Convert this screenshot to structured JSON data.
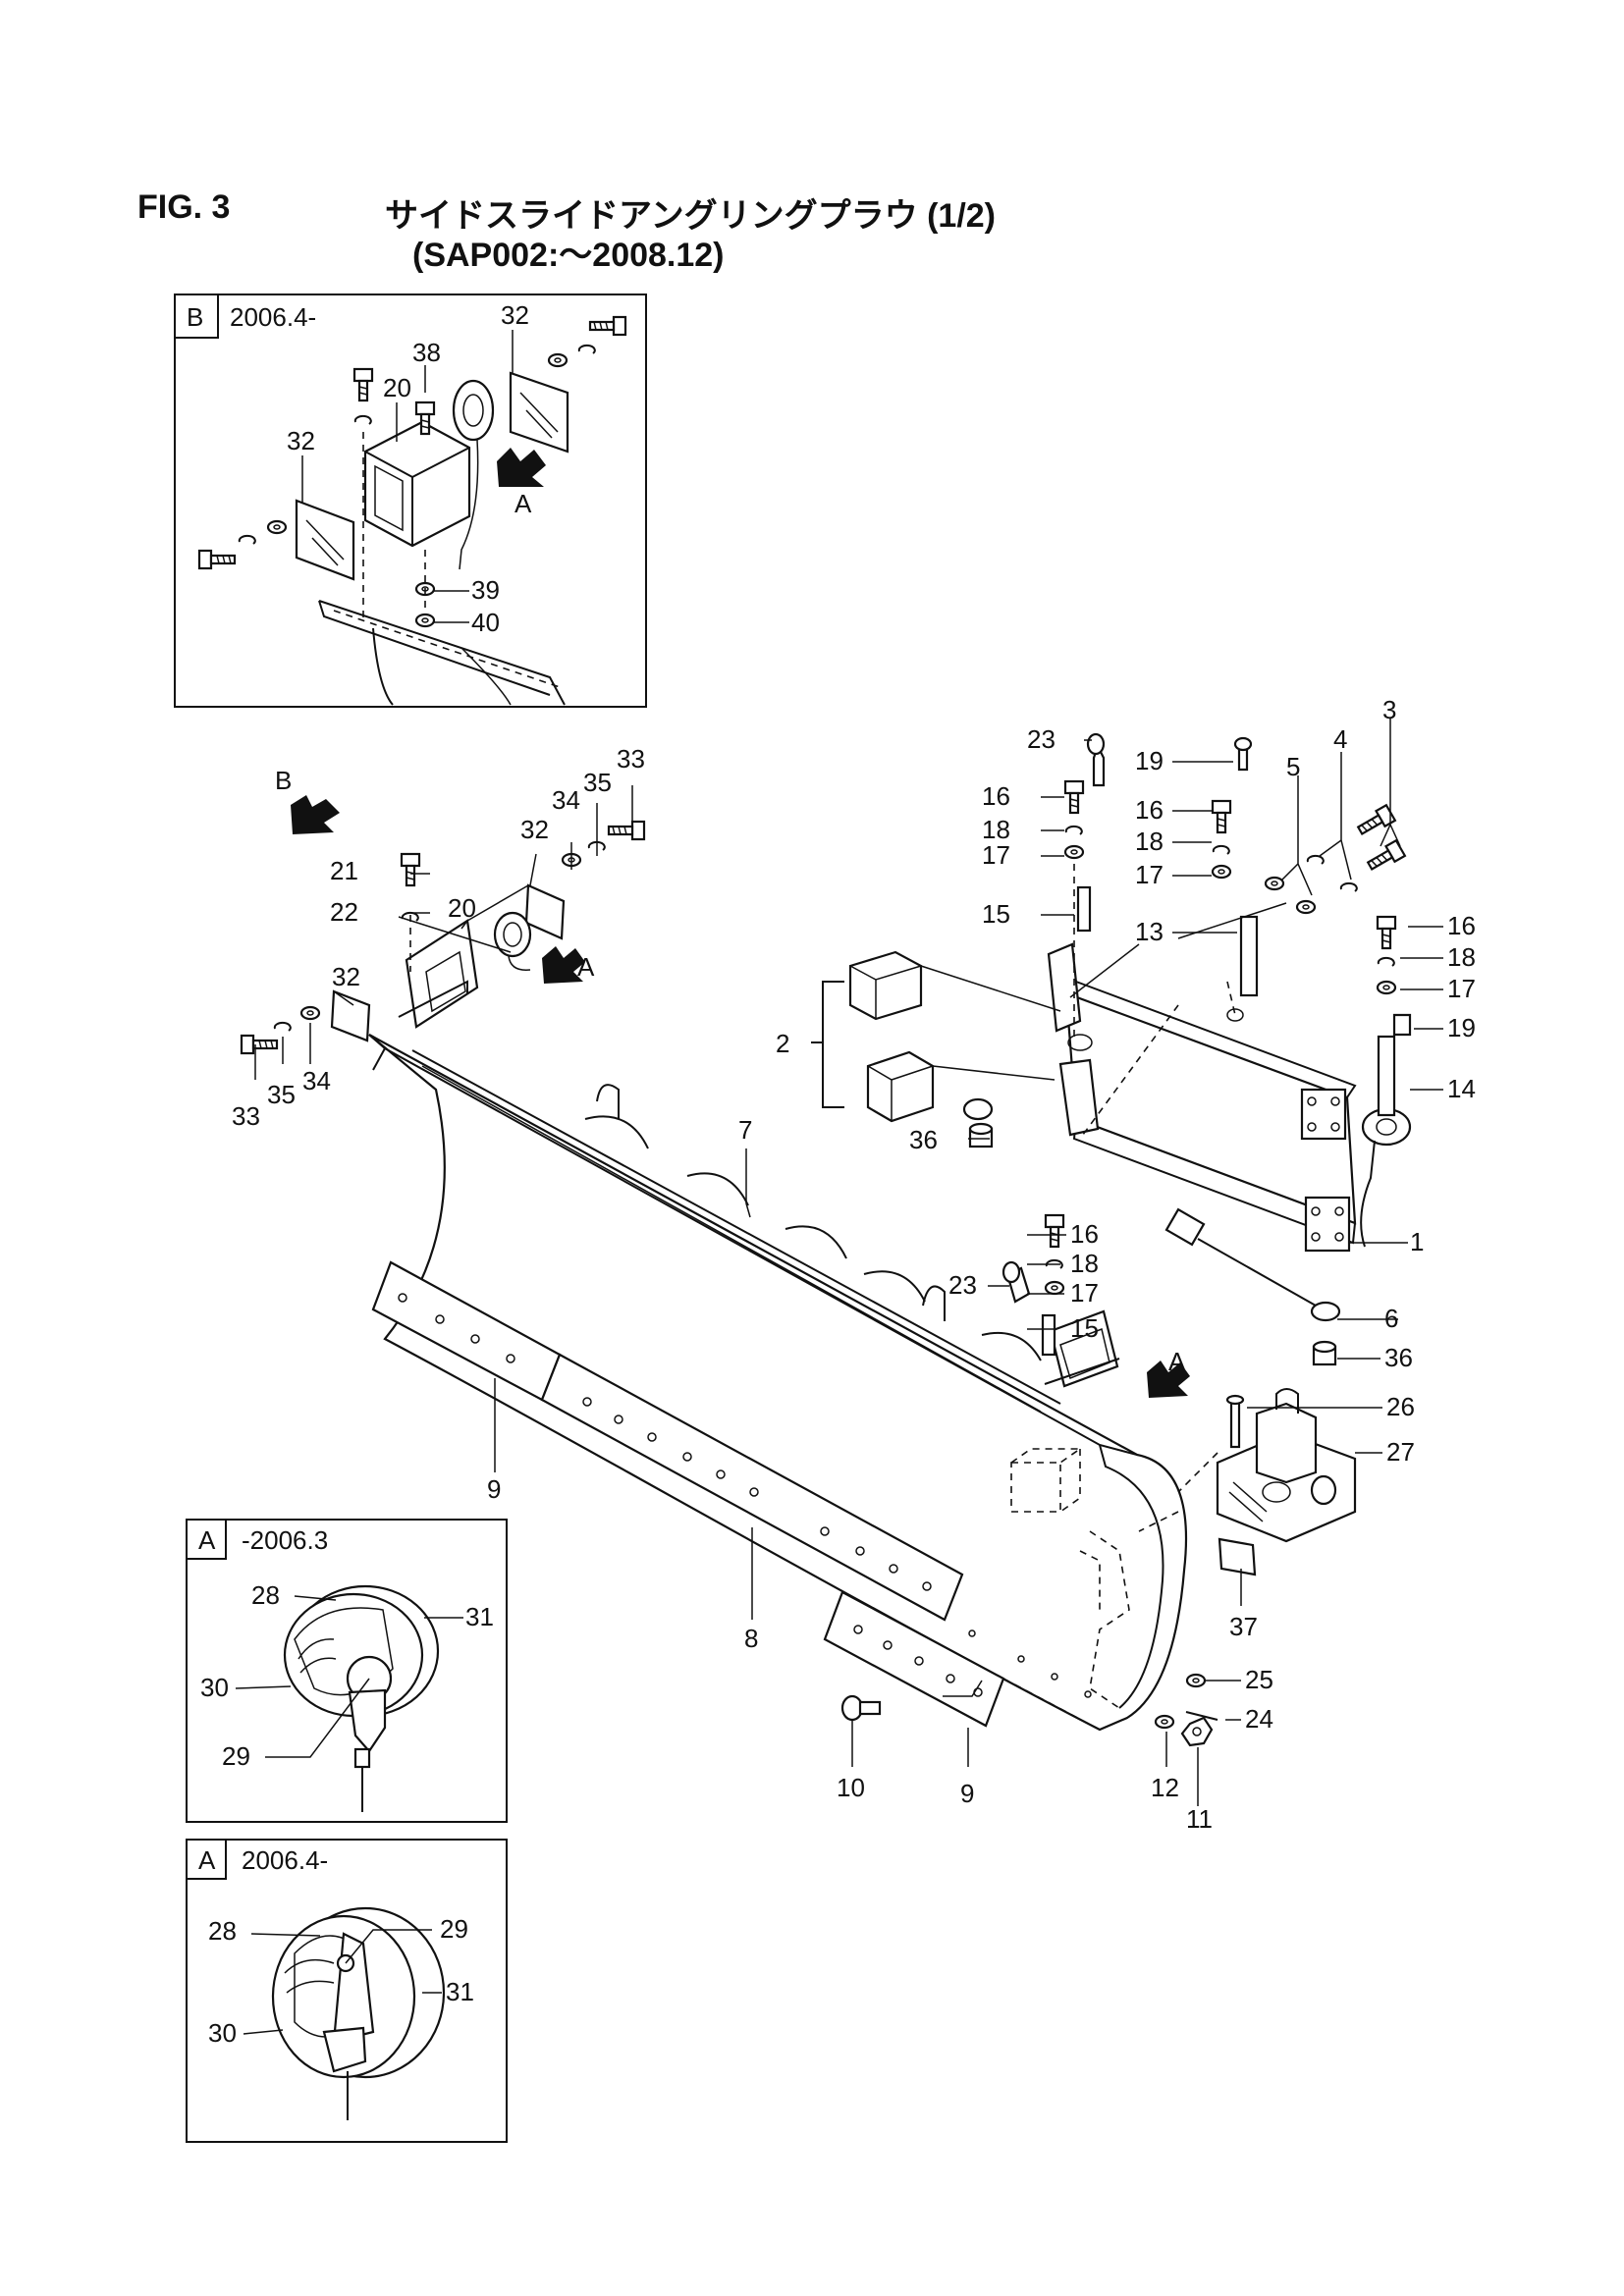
{
  "header": {
    "fig_number": "FIG. 3",
    "title": "サイドスライドアングリングプラウ (1/2)",
    "subtitle": "(SAP002:～2008.12)"
  },
  "insets": {
    "b": {
      "tag": "B",
      "period": "2006.4-"
    },
    "a_old": {
      "tag": "A",
      "period": "-2006.3"
    },
    "a_new": {
      "tag": "A",
      "period": "2006.4-"
    }
  },
  "view_markers": {
    "a": "A",
    "b": "B"
  },
  "callouts": {
    "inset_b": [
      "32",
      "38",
      "20",
      "32",
      "39",
      "40"
    ],
    "main": [
      "23",
      "16",
      "18",
      "17",
      "15",
      "19",
      "16",
      "18",
      "17",
      "13",
      "5",
      "4",
      "3",
      "16",
      "18",
      "17",
      "19",
      "14",
      "2",
      "36",
      "1",
      "33",
      "35",
      "34",
      "32",
      "20",
      "21",
      "22",
      "32",
      "33",
      "35",
      "34",
      "7",
      "16",
      "18",
      "23",
      "17",
      "15",
      "6",
      "36",
      "9",
      "26",
      "27",
      "37",
      "25",
      "24",
      "8",
      "10",
      "9",
      "12",
      "11"
    ],
    "inset_a_old": [
      "28",
      "31",
      "30",
      "29"
    ],
    "inset_a_new": [
      "28",
      "29",
      "31",
      "30"
    ]
  }
}
